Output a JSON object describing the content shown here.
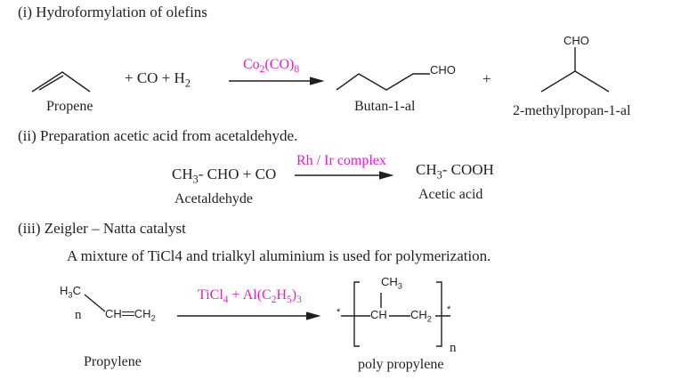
{
  "section1": {
    "heading": "(i) Hydroformylation of olefins",
    "plus_co": "+  CO  +  H",
    "h2_sub": "2",
    "catalyst_main": "Co",
    "catalyst_sub1": "2",
    "catalyst_mid": "(CO)",
    "catalyst_sub2": "8",
    "cho_butanal": "CHO",
    "plus": "+",
    "cho_branch": "CHO",
    "label_propene": "Propene",
    "label_butanal": "Butan-1-al",
    "label_methylpropanal": "2-methylpropan-1-al"
  },
  "section2": {
    "heading": "(ii) Preparation acetic acid from acetaldehyde.",
    "reactant_ch": "CH",
    "reactant_sub": "3",
    "reactant_rest": "- CHO  +  CO",
    "catalyst": "Rh / Ir complex",
    "product_ch": "CH",
    "product_sub": "3",
    "product_rest": "- COOH",
    "label_reactant": "Acetaldehyde",
    "label_product": "Acetic acid"
  },
  "section3": {
    "heading": "(iii) Zeigler – Natta catalyst",
    "description": "A mixture of TiCl4 and trialkyl aluminium is used for polymerization.",
    "h3c": "H",
    "h3c_sub": "3",
    "h3c_c": "C",
    "n_left": "n",
    "ch_ch2": "CH",
    "ch_ch2_mid": "CH",
    "ch_ch2_sub": "2",
    "catalyst_a": "TiCl",
    "catalyst_sub1": "4",
    "catalyst_b": " + Al(C",
    "catalyst_sub2": "2",
    "catalyst_c": "H",
    "catalyst_sub3": "5",
    "catalyst_d": ")",
    "catalyst_sub4": "3",
    "ch3_top": "CH",
    "ch3_top_sub": "3",
    "star": "*",
    "poly_ch": "CH",
    "poly_ch2": "CH",
    "poly_ch2_sub": "2",
    "n_right": "n",
    "label_reactant": "Propylene",
    "label_product": "poly propylene"
  }
}
